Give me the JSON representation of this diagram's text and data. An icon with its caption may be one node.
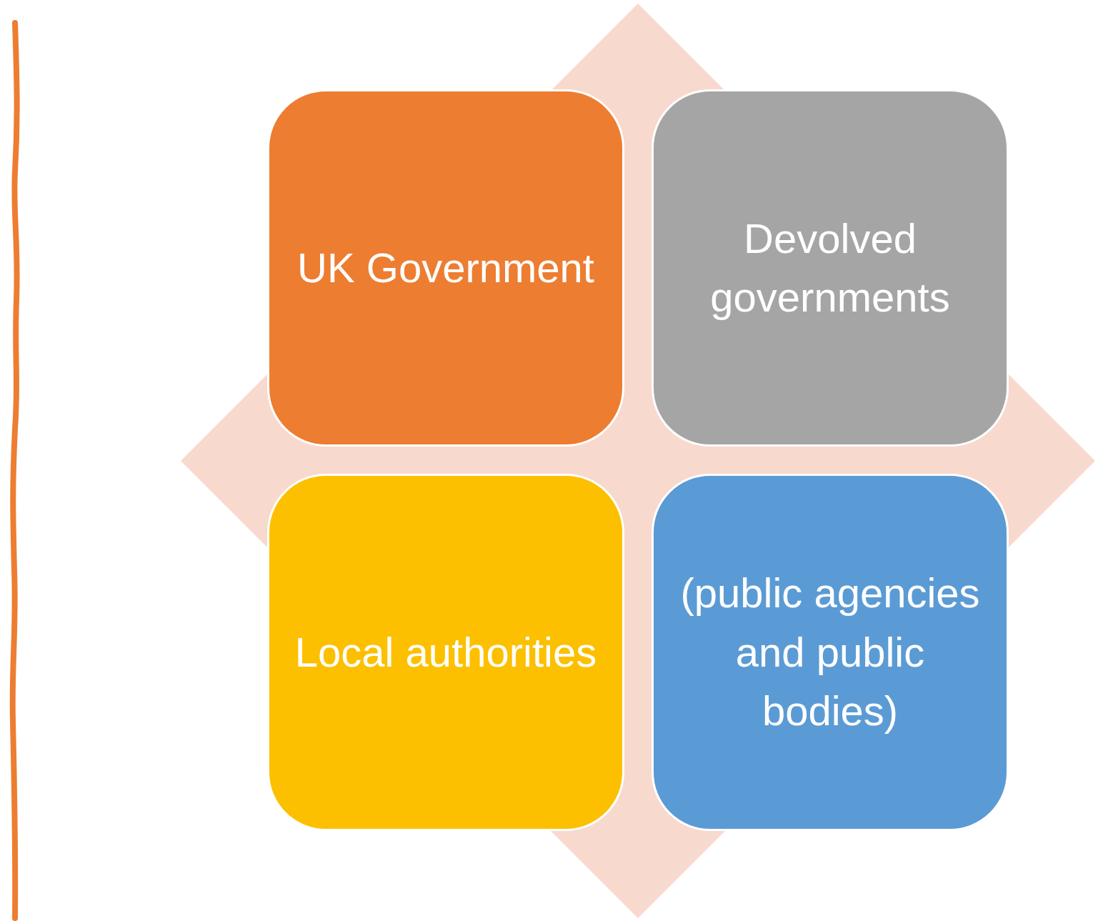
{
  "diagram": {
    "nodes": [
      {
        "text": [
          "UK Government"
        ]
      },
      {
        "text": [
          "Devolved governments"
        ]
      },
      {
        "text": [
          "Local authorities"
        ]
      },
      {
        "text": [
          "(public agencies and public bodies)"
        ]
      }
    ]
  }
}
